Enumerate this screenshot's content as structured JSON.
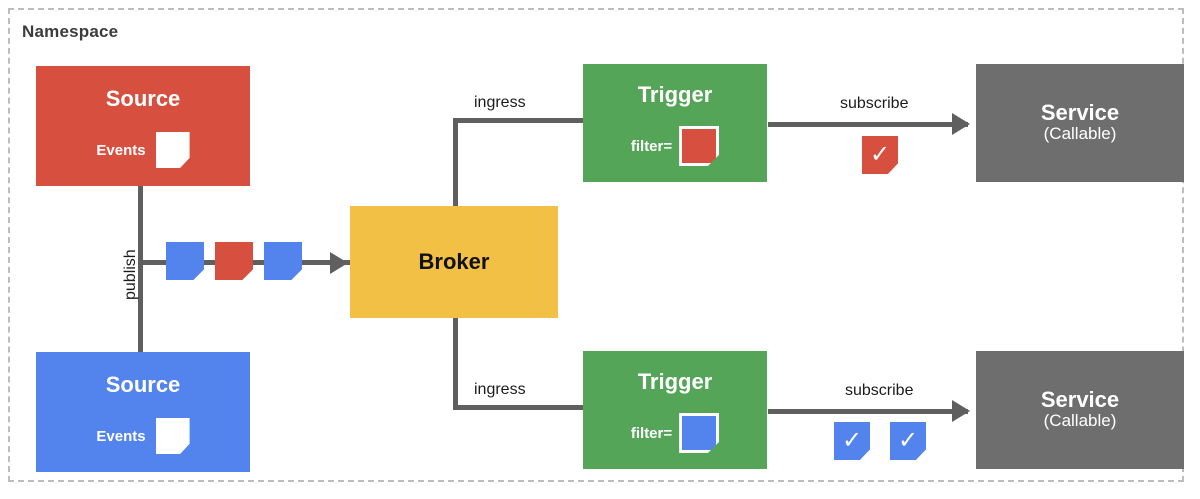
{
  "namespace": {
    "label": "Namespace"
  },
  "nodes": {
    "source_red": {
      "title": "Source",
      "events_label": "Events",
      "color": "#d7503f",
      "doc_icon": "document-icon"
    },
    "source_blue": {
      "title": "Source",
      "events_label": "Events",
      "color": "#5383ec",
      "doc_icon": "document-icon"
    },
    "broker": {
      "title": "Broker",
      "color": "#f2c044"
    },
    "trigger_top": {
      "title": "Trigger",
      "filter_label": "filter=",
      "color": "#55a559",
      "filter_doc_color": "#d7503f"
    },
    "trigger_bottom": {
      "title": "Trigger",
      "filter_label": "filter=",
      "color": "#55a559",
      "filter_doc_color": "#5383ec"
    },
    "service_top": {
      "title": "Service",
      "subtitle": "(Callable)",
      "color": "#6e6e6e"
    },
    "service_bottom": {
      "title": "Service",
      "subtitle": "(Callable)",
      "color": "#6e6e6e"
    }
  },
  "edges": {
    "publish": "publish",
    "ingress_top": "ingress",
    "ingress_bottom": "ingress",
    "subscribe_top": "subscribe",
    "subscribe_bottom": "subscribe"
  },
  "bus_events": [
    {
      "color": "#5383ec",
      "icon": "document-icon"
    },
    {
      "color": "#d7503f",
      "icon": "document-icon"
    },
    {
      "color": "#5383ec",
      "icon": "document-icon"
    }
  ],
  "badges": {
    "top": [
      {
        "color": "#d7503f",
        "glyph": "✓",
        "icon": "document-check-icon"
      }
    ],
    "bottom": [
      {
        "color": "#5383ec",
        "glyph": "✓",
        "icon": "document-check-icon"
      },
      {
        "color": "#5383ec",
        "glyph": "✓",
        "icon": "document-check-icon"
      }
    ]
  },
  "colors": {
    "line": "#5f5f5f",
    "namespace_border": "#bdbdbd",
    "background": "#ffffff",
    "text_dark": "#1b1b1b"
  }
}
